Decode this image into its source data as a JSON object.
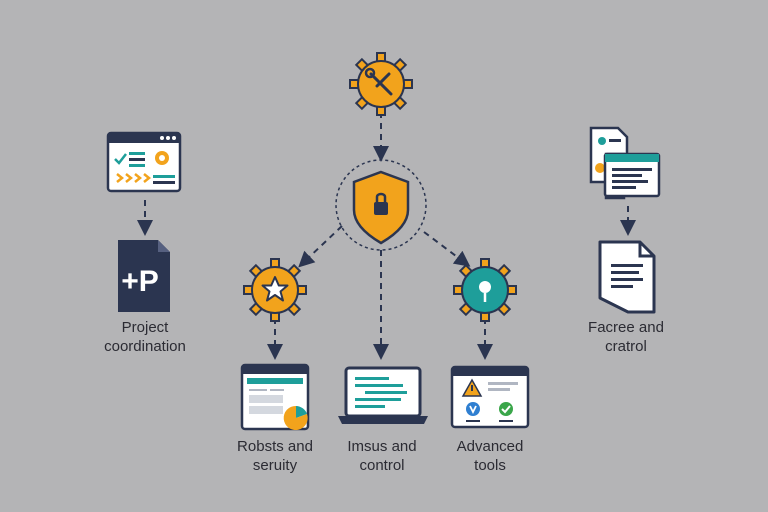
{
  "colors": {
    "background": "#b4b4b6",
    "navy": "#2b3550",
    "orange": "#f2a31c",
    "teal": "#1e9e9a",
    "green": "#3aa64a",
    "blue": "#2f7fd1",
    "white": "#ffffff"
  },
  "icons": {
    "top_gear": "wrench-gear-icon",
    "center": "shield-lock-icon",
    "left_gear": "star-gear-icon",
    "right_gear": "location-pin-gear-icon"
  },
  "labels": {
    "project": {
      "line1": "Project",
      "line2": "coordination"
    },
    "reports": {
      "line1": "Robsts and",
      "line2": "seruity"
    },
    "imsus": {
      "line1": "Imsus and",
      "line2": "control"
    },
    "advanced": {
      "line1": "Advanced",
      "line2": "tools"
    },
    "facree": {
      "line1": "Facree and",
      "line2": "cratrol"
    }
  },
  "logo": {
    "text": "+P"
  }
}
